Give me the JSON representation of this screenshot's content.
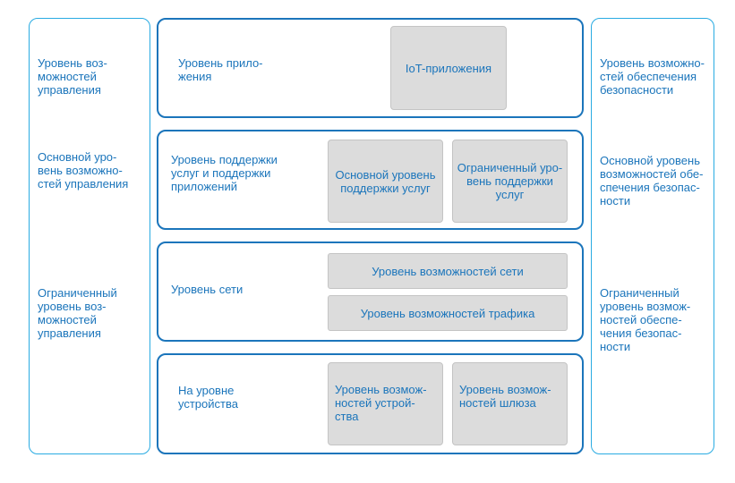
{
  "colors": {
    "accent_light": "#29abe2",
    "accent_dark": "#1b75bb",
    "box_fill": "#dcdcdc",
    "box_border": "#c4c4c4",
    "text": "#1b75bb"
  },
  "left_column": {
    "management": "Уровень воз-\nможностей\nуправления",
    "basic_management": "Основной уро-\nвень возможно-\nстей управления",
    "limited_management": "Ограниченный\nуровень воз-\nможностей\nуправления"
  },
  "right_column": {
    "security": "Уровень возможно-\nстей обеспечения\nбезопасности",
    "basic_security": "Основной уровень\nвозможностей обе-\nспечения безопас-\nности",
    "limited_security": "Ограниченный\nуровень возмож-\nностей обеспе-\nчения безопас-\nности"
  },
  "layers": {
    "application": {
      "label": "Уровень прило-\nжения",
      "boxes": [
        "IoT-приложения"
      ]
    },
    "service_support": {
      "label": "Уровень поддержки\nуслуг и поддержки\nприложений",
      "boxes": [
        "Основной уровень\nподдержки услуг",
        "Ограниченный уро-\nвень поддержки\nуслуг"
      ]
    },
    "network": {
      "label": "Уровень сети",
      "boxes": [
        "Уровень возможностей сети",
        "Уровень возможностей трафика"
      ]
    },
    "device": {
      "label": "На уровне\nустройства",
      "boxes": [
        "Уровень возмож-\nностей устрой-\nства",
        "Уровень возмож-\nностей шлюза"
      ]
    }
  }
}
